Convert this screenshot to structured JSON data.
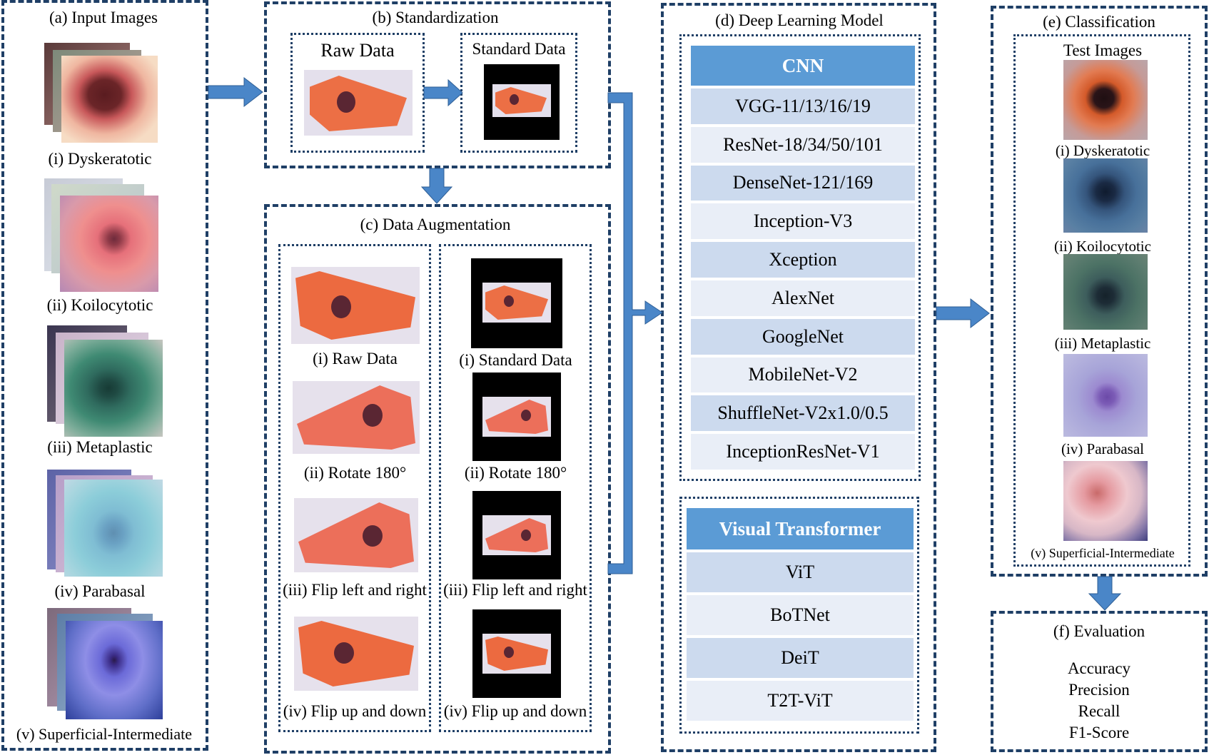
{
  "panels": {
    "a": {
      "title": "(a) Input Images",
      "classes": [
        "(i) Dyskeratotic",
        "(ii) Koilocytotic",
        "(iii)  Metaplastic",
        "(iv) Parabasal",
        "(v) Superficial-Intermediate"
      ]
    },
    "b": {
      "title": "(b) Standardization",
      "raw_label": "Raw Data",
      "standard_label": "Standard Data"
    },
    "c": {
      "title": "(c) Data Augmentation",
      "left_labels": [
        "(i) Raw Data",
        "(ii) Rotate 180°",
        "(iii) Flip left and right",
        "(iv) Flip up and down"
      ],
      "right_labels": [
        "(i) Standard Data",
        "(ii) Rotate 180°",
        "(iii) Flip left and right",
        "(iv) Flip up and down"
      ]
    },
    "d": {
      "title": "(d) Deep Learning Model",
      "cnn_header": "CNN",
      "cnn_models": [
        "VGG-11/13/16/19",
        "ResNet-18/34/50/101",
        "DenseNet-121/169",
        "Inception-V3",
        "Xception",
        "AlexNet",
        "GoogleNet",
        "MobileNet-V2",
        "ShuffleNet-V2x1.0/0.5",
        "InceptionResNet-V1"
      ],
      "vt_header": "Visual Transformer",
      "vt_models": [
        "ViT",
        "BoTNet",
        "DeiT",
        "T2T-ViT"
      ]
    },
    "e": {
      "title": "(e) Classification",
      "subtitle": "Test Images",
      "classes": [
        "(i) Dyskeratotic",
        "(ii) Koilocytotic",
        "(iii) Metaplastic",
        "(iv) Parabasal",
        "(v) Superficial-Intermediate"
      ]
    },
    "f": {
      "title": "(f) Evaluation",
      "metrics": [
        "Accuracy",
        "Precision",
        "Recall",
        "F1-Score"
      ]
    }
  },
  "colors": {
    "border": "#1f3f66",
    "arrow": "#4a86c8",
    "header_fill": "#5b9bd5",
    "row_dark": "#ccdaee",
    "row_light": "#e9eef7"
  }
}
